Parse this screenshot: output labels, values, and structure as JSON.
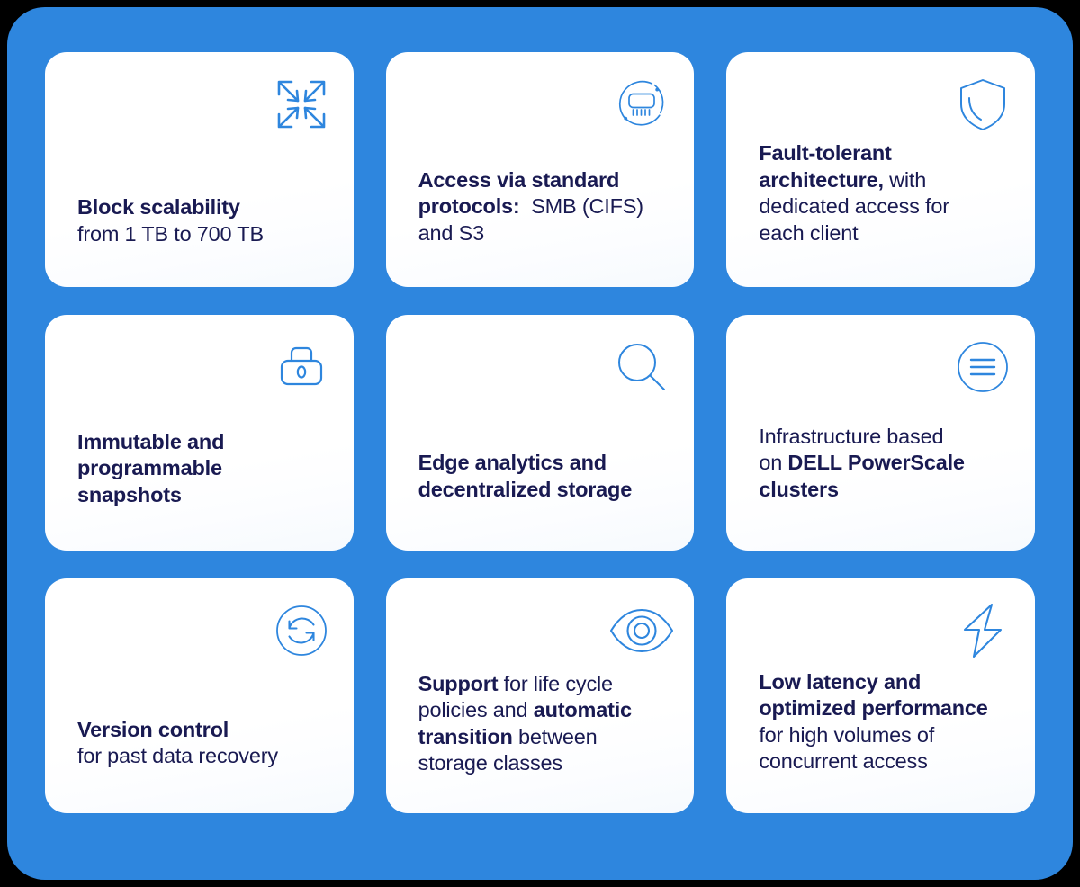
{
  "theme": {
    "page_background": "#000000",
    "board_background": "#2E86DE",
    "card_background": "#FFFFFF",
    "text_color": "#191A52",
    "icon_color": "#2E86DE"
  },
  "cards": [
    {
      "id": "block-scalability",
      "icon": "expand-arrows-icon",
      "lines": [
        {
          "bold": "Block scalability",
          "normal": ""
        },
        {
          "bold": "",
          "normal": "from 1 TB to 700 TB"
        }
      ],
      "plain_text": "Block scalability from 1 TB to 700 TB"
    },
    {
      "id": "access-standard-protocols",
      "icon": "memory-chip-icon",
      "lines": [
        {
          "bold": "Access via standard",
          "normal": ""
        },
        {
          "bold": "protocols:",
          "normal": "  SMB (CIFS)"
        },
        {
          "bold": "",
          "normal": "and S3"
        }
      ],
      "plain_text": "Access via standard protocols: SMB (CIFS) and S3"
    },
    {
      "id": "fault-tolerant-architecture",
      "icon": "shield-icon",
      "lines": [
        {
          "bold": "Fault-tolerant",
          "normal": ""
        },
        {
          "bold": "architecture,",
          "normal": " with"
        },
        {
          "bold": "",
          "normal": "dedicated access for"
        },
        {
          "bold": "",
          "normal": "each client"
        }
      ],
      "plain_text": "Fault-tolerant architecture, with dedicated access for each client"
    },
    {
      "id": "immutable-programmable-snapshots",
      "icon": "padlock-icon",
      "icon_label": "0",
      "lines": [
        {
          "bold": "Immutable and",
          "normal": ""
        },
        {
          "bold": "programmable",
          "normal": ""
        },
        {
          "bold": "snapshots",
          "normal": ""
        }
      ],
      "plain_text": "Immutable and programmable snapshots"
    },
    {
      "id": "edge-analytics",
      "icon": "magnifier-icon",
      "lines": [
        {
          "bold": "Edge analytics and",
          "normal": ""
        },
        {
          "bold": "decentralized storage",
          "normal": ""
        }
      ],
      "plain_text": "Edge analytics and decentralized storage"
    },
    {
      "id": "dell-powerscale-infrastructure",
      "icon": "menu-circle-icon",
      "lines": [
        {
          "bold": "",
          "normal": "Infrastructure based"
        },
        {
          "bold": "",
          "normal": "on "
        },
        {
          "bold": "DELL PowerScale",
          "normal": ""
        },
        {
          "bold": "clusters",
          "normal": ""
        }
      ],
      "plain_text": "Infrastructure based on DELL PowerScale clusters"
    },
    {
      "id": "version-control",
      "icon": "sync-circle-icon",
      "lines": [
        {
          "bold": "Version control",
          "normal": ""
        },
        {
          "bold": "",
          "normal": "for past data recovery"
        }
      ],
      "plain_text": "Version control for past data recovery"
    },
    {
      "id": "life-cycle-policies",
      "icon": "eye-icon",
      "lines": [
        {
          "bold": "Support",
          "normal": " for life cycle"
        },
        {
          "bold": "",
          "normal": "policies and "
        },
        {
          "bold": "automatic",
          "normal": ""
        },
        {
          "bold": "transition",
          "normal": " between"
        },
        {
          "bold": "",
          "normal": "storage classes"
        }
      ],
      "plain_text": "Support for life cycle policies and automatic transition between storage classes"
    },
    {
      "id": "low-latency-performance",
      "icon": "lightning-bolt-icon",
      "lines": [
        {
          "bold": "Low latency and",
          "normal": ""
        },
        {
          "bold": "optimized performance",
          "normal": ""
        },
        {
          "bold": "",
          "normal": "for high volumes of"
        },
        {
          "bold": "",
          "normal": "concurrent access"
        }
      ],
      "plain_text": "Low latency and optimized performance for high volumes of concurrent access"
    }
  ],
  "card_text_html": {
    "block-scalability": "<b>Block scalability</b><br>from 1 TB to 700 TB",
    "access-standard-protocols": "<b>Access via standard<br>protocols:</b>&nbsp; SMB (CIFS)<br>and S3",
    "fault-tolerant-architecture": "<b>Fault-tolerant<br>architecture,</b> with<br>dedicated access for<br>each client",
    "immutable-programmable-snapshots": "<b>Immutable and<br>programmable<br>snapshots</b>",
    "edge-analytics": "<b>Edge analytics and<br>decentralized storage</b>",
    "dell-powerscale-infrastructure": "Infrastructure based<br>on <b>DELL PowerScale<br>clusters</b>",
    "version-control": "<b>Version control</b><br>for past data recovery",
    "life-cycle-policies": "<b>Support</b> for life cycle<br>policies and <b>automatic<br>transition</b> between<br>storage classes",
    "low-latency-performance": "<b>Low latency and<br>optimized performance</b><br>for high volumes of<br>concurrent access"
  }
}
